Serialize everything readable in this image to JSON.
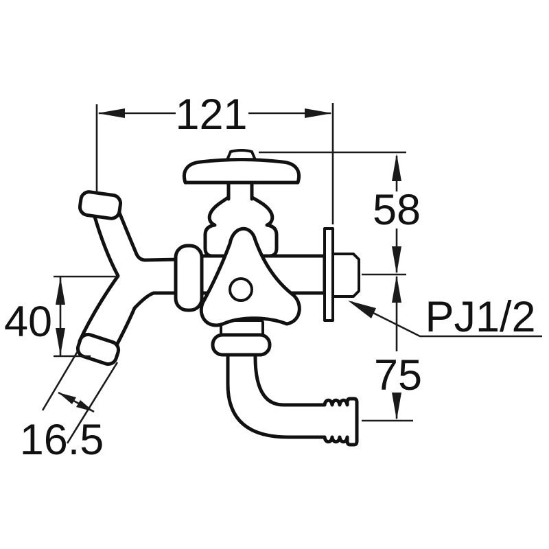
{
  "diagram": {
    "description": "faucet-dimension-drawing",
    "colors": {
      "line": "#111111",
      "background": "#ffffff"
    },
    "labels": {
      "overall_width": "121",
      "upper_height": "58",
      "lower_height": "75",
      "left_offset": "40",
      "nozzle_diameter": "16.5",
      "thread_spec": "PJ1/2"
    }
  }
}
